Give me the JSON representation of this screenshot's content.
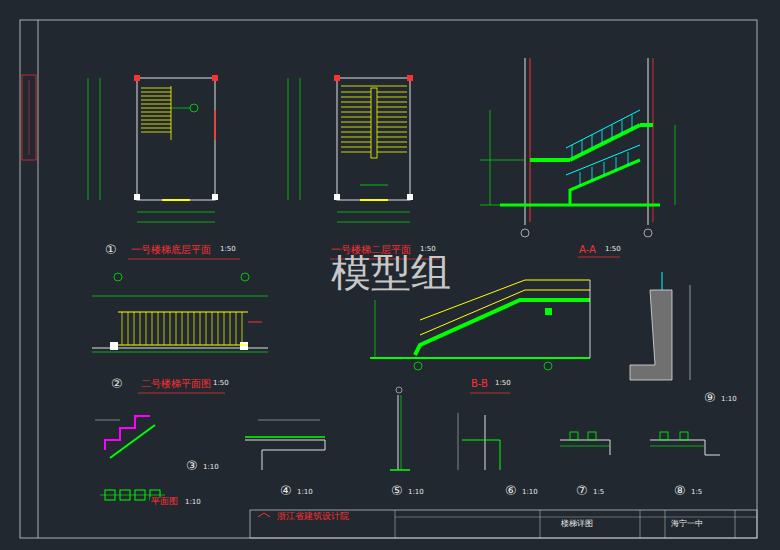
{
  "diagram": {
    "labels": [
      "模型组",
      "①",
      "一号楼梯底层平面",
      "1:50",
      "一号楼梯二层平面",
      "1:50",
      "A-A",
      "1:50",
      "②",
      "二号楼梯平面图",
      "1:50",
      "B-B",
      "1:50",
      "⑨",
      "1:10",
      "③",
      "1:10",
      "平面图",
      "1:10",
      "④",
      "1:10",
      "⑤",
      "1:10",
      "⑥",
      "1:10",
      "⑦",
      "1:5",
      "⑧",
      "1:5",
      "浙江省建筑设计院",
      "楼梯详图",
      "海宁一中"
    ]
  }
}
